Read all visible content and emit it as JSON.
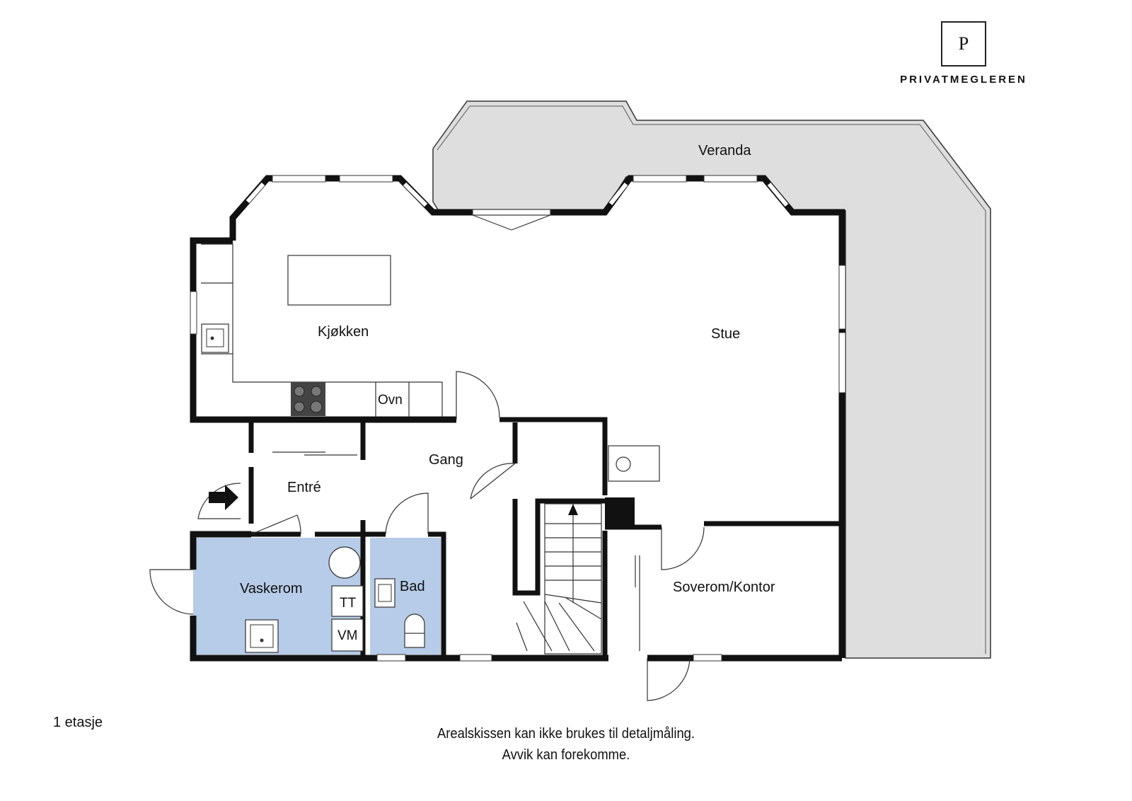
{
  "brand": {
    "mark": "P",
    "name": "PRIVATMEGLEREN"
  },
  "rooms": {
    "veranda": "Veranda",
    "kjokken": "Kjøkken",
    "stue": "Stue",
    "ovn": "Ovn",
    "gang": "Gang",
    "entre": "Entré",
    "vaskerom": "Vaskerom",
    "bad": "Bad",
    "tt": "TT",
    "vm": "VM",
    "soverom": "Soverom/Kontor"
  },
  "floor_label": "1 etasje",
  "disclaimer": {
    "line1": "Arealskissen kan ikke brukes til detaljmåling.",
    "line2": "Avvik kan forekomme."
  },
  "colors": {
    "wall": "#111111",
    "veranda_fill": "#dedede",
    "wet_room_fill": "#b6cce8",
    "background": "#ffffff"
  }
}
